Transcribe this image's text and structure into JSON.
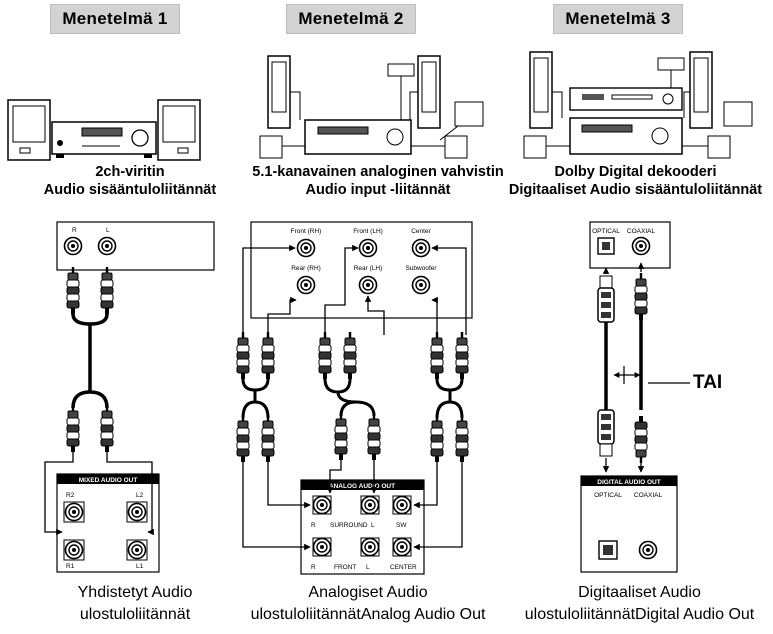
{
  "methods": [
    {
      "tab": "Menetelmä 1",
      "device_caption": [
        "2ch-viritin",
        "Audio sisääntuloliitännät"
      ],
      "input_labels": [
        "R",
        "L"
      ],
      "output_panel_title": "MIXED AUDIO OUT",
      "output_labels": [
        "R2",
        "L2",
        "R1",
        "L1"
      ],
      "bottom_caption": [
        "Yhdistetyt Audio",
        "ulostuloliitännät"
      ]
    },
    {
      "tab": "Menetelmä 2",
      "device_caption": [
        "5.1-kanavainen analoginen vahvistin",
        "Audio input -liitännät"
      ],
      "input_labels": [
        "Front (RH)",
        "Front (LH)",
        "Center",
        "Rear (RH)",
        "Rear (LH)",
        "Subwoofer"
      ],
      "output_panel_title": "ANALOG AUDIO OUT",
      "output_labels": [
        "R",
        "SURROUND",
        "L",
        "SW",
        "R",
        "FRONT",
        "L",
        "CENTER"
      ],
      "bottom_caption": [
        "Analogiset Audio",
        "ulostuloliitännätAnalog Audio Out"
      ]
    },
    {
      "tab": "Menetelmä 3",
      "device_caption": [
        "Dolby Digital dekooderi",
        "Digitaaliset Audio sisääntuloliitännät"
      ],
      "input_labels": [
        "OPTICAL",
        "COAXIAL"
      ],
      "output_panel_title": "DIGITAL AUDIO OUT",
      "output_labels": [
        "OPTICAL",
        "COAXIAL"
      ],
      "or_label": "TAI",
      "bottom_caption": [
        "Digitaaliset Audio",
        "ulostuloliitännätDigital Audio Out"
      ]
    }
  ]
}
